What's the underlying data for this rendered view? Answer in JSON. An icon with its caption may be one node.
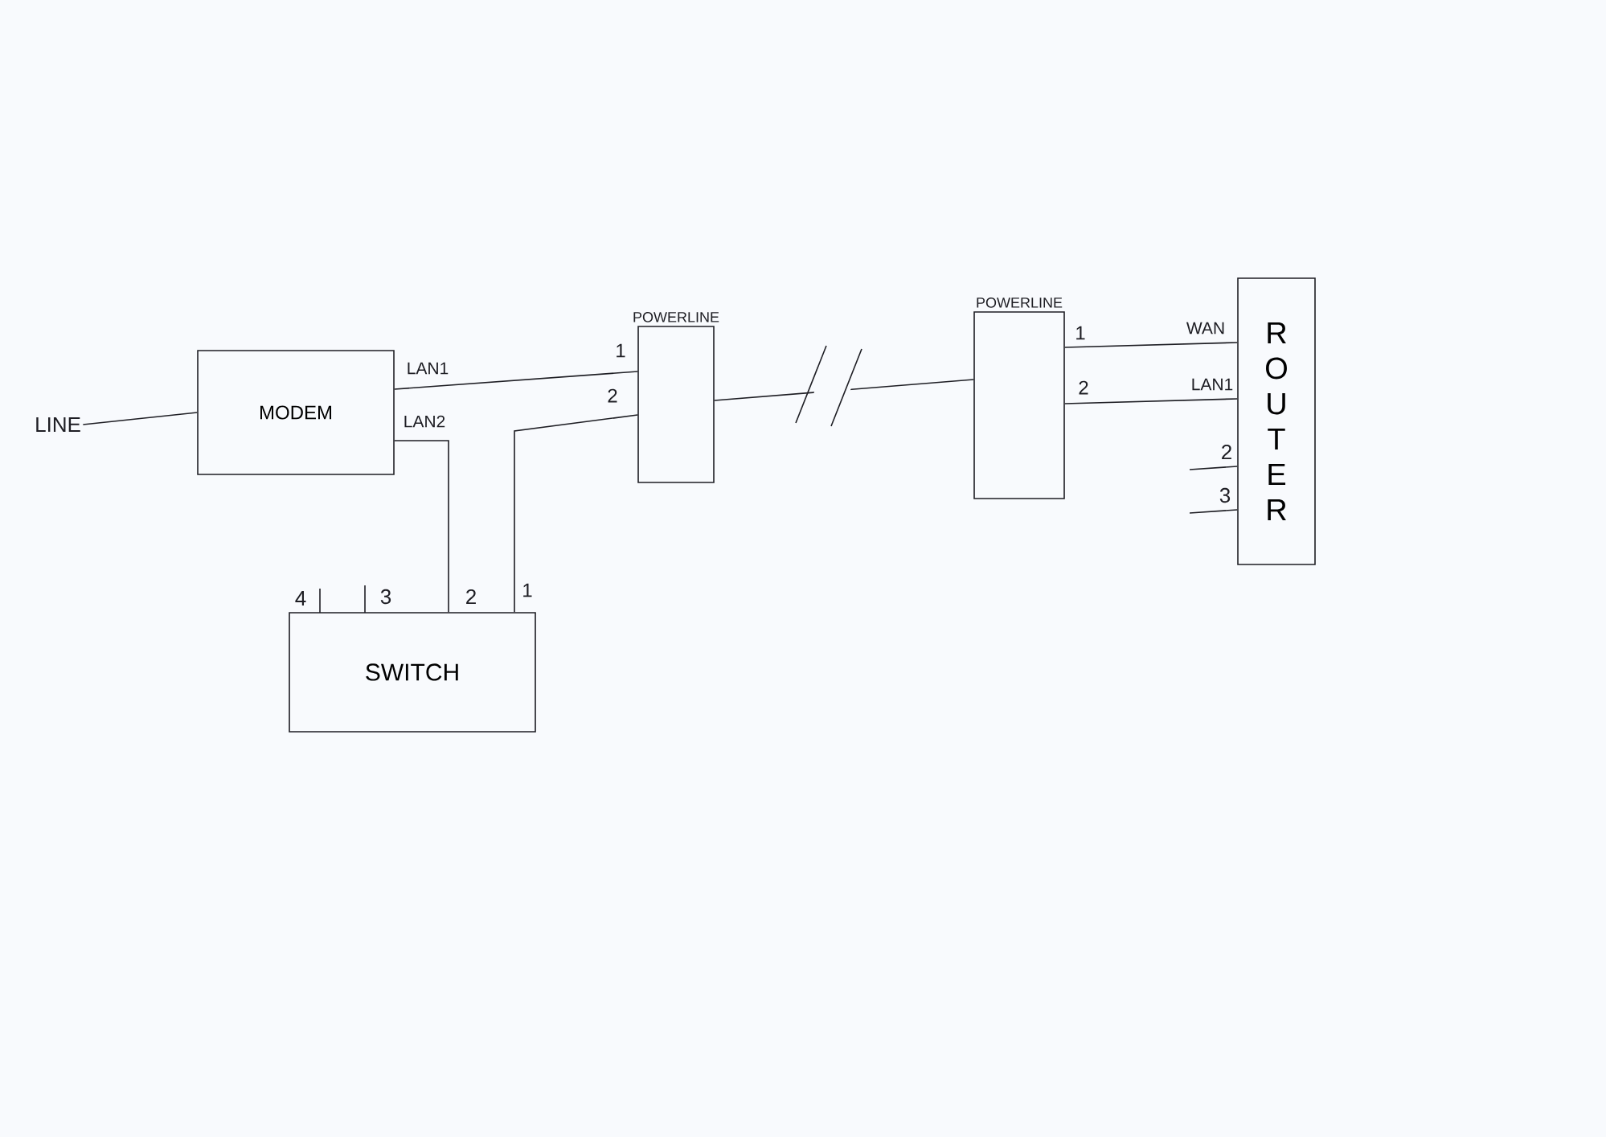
{
  "diagram": {
    "nodes": [
      {
        "text": [
          "LINE"
        ]
      },
      {
        "text": [
          "MODEM"
        ]
      },
      {
        "text": [
          "POWERLINE"
        ]
      },
      {
        "text": [
          "POWERLINE"
        ]
      },
      {
        "text": [
          "ROUTER"
        ]
      },
      {
        "text": [
          "SWITCH"
        ]
      }
    ],
    "edges": [
      {
        "from": 0,
        "to": 1,
        "arrow": "none"
      },
      {
        "from": 1,
        "to": 2,
        "arrow": "none"
      },
      {
        "from": 1,
        "to": 5,
        "arrow": "none"
      },
      {
        "from": 5,
        "to": 2,
        "arrow": "none"
      },
      {
        "from": 2,
        "to": 3,
        "arrow": "none"
      },
      {
        "from": 3,
        "to": 4,
        "arrow": "none"
      },
      {
        "from": 3,
        "to": 4,
        "arrow": "none"
      },
      {
        "from": null,
        "to": 4,
        "arrow": "none"
      },
      {
        "from": null,
        "to": 4,
        "arrow": "none"
      }
    ],
    "labels": [
      "LAN1",
      "LAN2",
      "1",
      "2",
      "4",
      "3",
      "2",
      "1",
      "1",
      "2",
      "WAN",
      "LAN1",
      "2",
      "3"
    ]
  }
}
